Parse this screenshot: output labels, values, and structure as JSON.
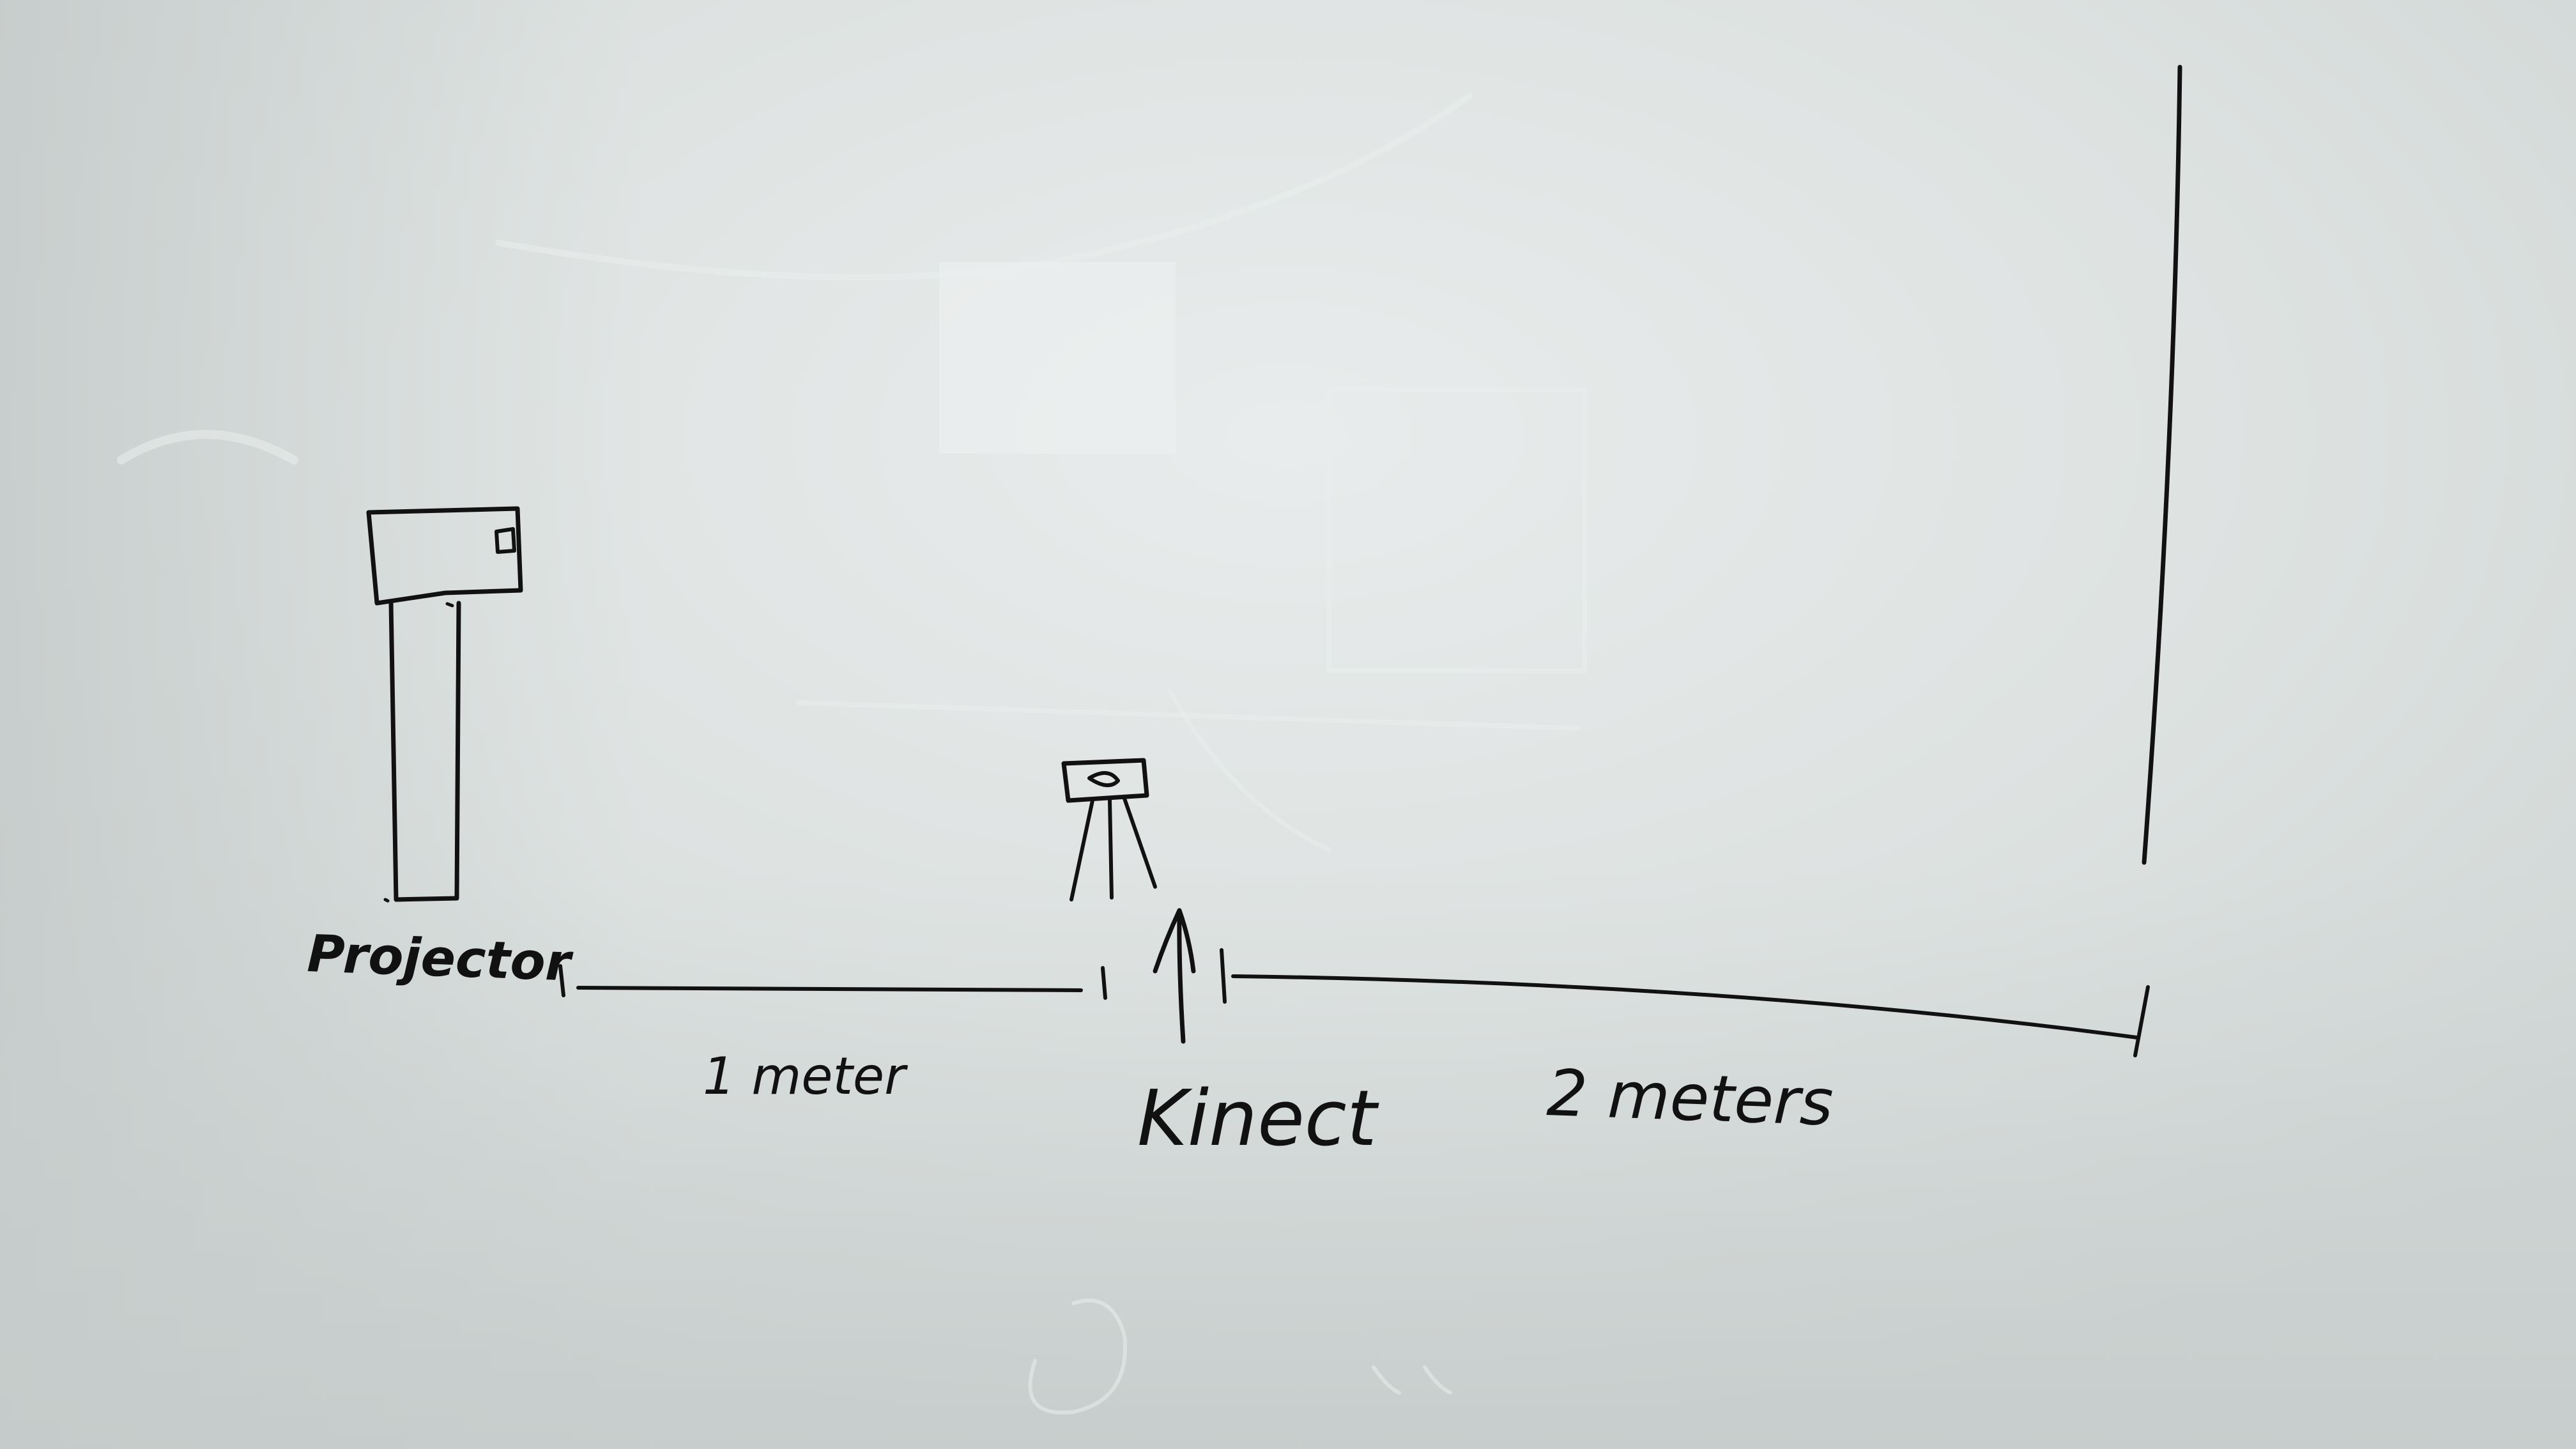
{
  "diagram": {
    "labels": {
      "projector": "Projector",
      "kinect": "Kinect",
      "distance_projector_to_kinect": "1 meter",
      "distance_kinect_to_wall": "2 meters"
    },
    "colors": {
      "whiteboard": "#d9dedd",
      "ink": "#111111"
    }
  }
}
